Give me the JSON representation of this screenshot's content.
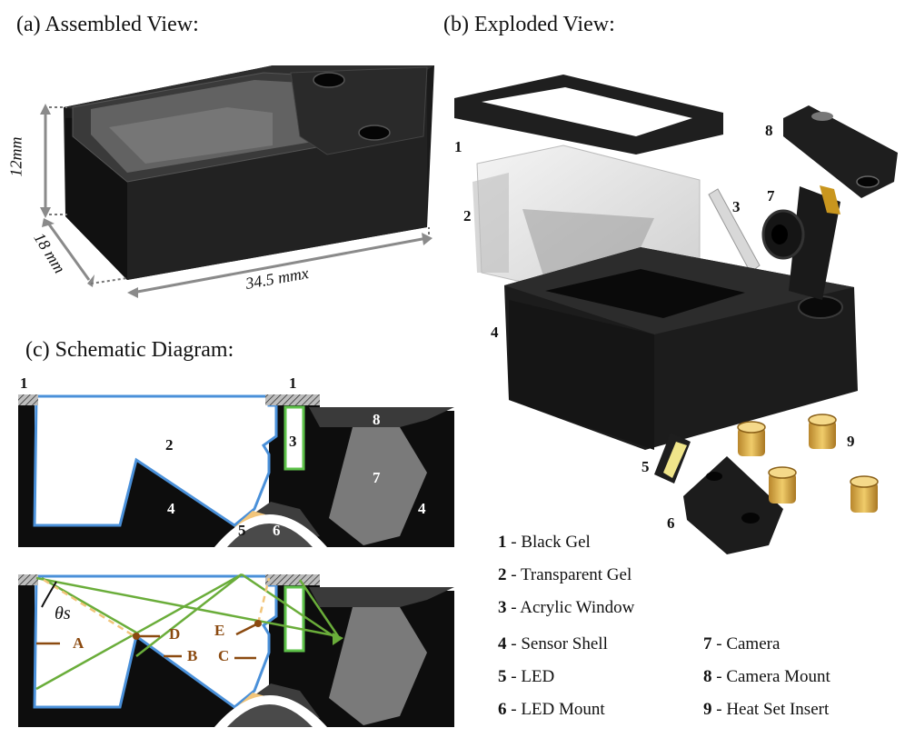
{
  "panels": {
    "assembled_title": "(a) Assembled View:",
    "exploded_title": "(b) Exploded View:",
    "schematic_title": "(c) Schematic Diagram:"
  },
  "dimensions": {
    "height": "12mm",
    "depth": "18 mm",
    "width": "34.5 mmx"
  },
  "exploded_labels": [
    "1",
    "2",
    "3",
    "4",
    "5",
    "6",
    "7",
    "8",
    "9"
  ],
  "schematic_top_labels": {
    "n1_left": "1",
    "n1_right": "1",
    "n2": "2",
    "n3": "3",
    "n4_left": "4",
    "n4_right": "4",
    "n5": "5",
    "n6": "6",
    "n7": "7",
    "n8": "8"
  },
  "schematic_bottom_labels": {
    "theta": "θs",
    "A": "A",
    "B": "B",
    "C": "C",
    "D": "D",
    "E": "E"
  },
  "legend": [
    {
      "num": "1",
      "text": " - Black Gel"
    },
    {
      "num": "2",
      "text": " - Transparent Gel"
    },
    {
      "num": "3",
      "text": " - Acrylic Window"
    },
    {
      "num": "4",
      "text": " - Sensor Shell"
    },
    {
      "num": "5",
      "text": " - LED"
    },
    {
      "num": "6",
      "text": " - LED Mount"
    },
    {
      "num": "7",
      "text": " - Camera"
    },
    {
      "num": "8",
      "text": " - Camera Mount"
    },
    {
      "num": "9",
      "text": " - Heat Set Insert"
    }
  ],
  "colors": {
    "gel_outline": "#4a90d9",
    "window_outline": "#5ec24a",
    "light_ray": "#6aad3a",
    "reflection": "#f2c57a",
    "annotation": "#8b4a10",
    "shell": "#0f0f0f",
    "camera": "#7a7a7a"
  }
}
